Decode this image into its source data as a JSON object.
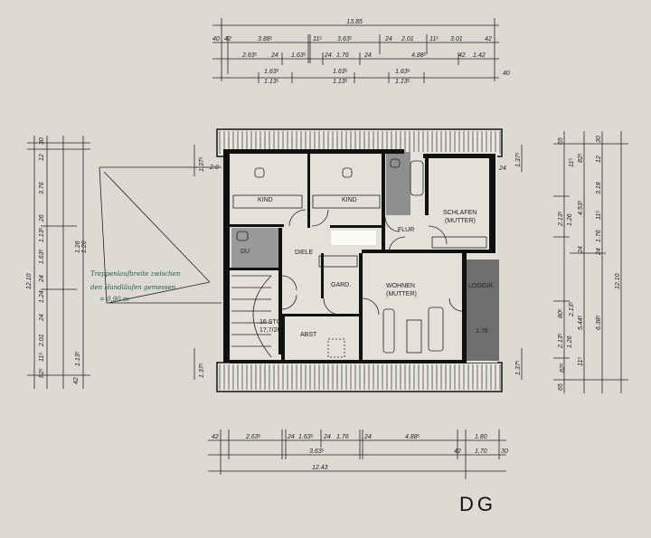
{
  "plan_title": "DG",
  "colors": {
    "paper": "#dcdad3",
    "wall": "#111111",
    "wet_room": "#8f8f8f",
    "loggia": "#6e6e6e",
    "note_ink": "#1f5a4a"
  },
  "rooms": {
    "kind1": "KIND",
    "kind2": "KIND",
    "schlafen": "SCHLAFEN",
    "schlafen_sub": "(MUTTER)",
    "flur": "FLUR",
    "du": "DU",
    "diele": "DIELE",
    "gard": "GARD.",
    "wohnen": "WOHNEN",
    "wohnen_sub": "(MUTTER)",
    "loggia": "LOGGIA",
    "abst": "ABST",
    "loggia_dim": "1.76",
    "stair": "16 STG",
    "stair_ratio": "17,7/26"
  },
  "note": {
    "line1": "Treppenlaufbreite zwischen",
    "line2": "den Handläufen gemessen",
    "line3": "= 0,90 m"
  },
  "dims_top": {
    "total": "13.85",
    "r1": [
      "40",
      "42",
      "3.88⁵",
      "11⁵",
      "3.63⁵",
      "24",
      "2.01",
      "11⁵",
      "3.01",
      "42"
    ],
    "r2": [
      "2.63⁵",
      "24",
      "1.63⁵",
      "24",
      "1.76",
      "24",
      "4.88⁵",
      "42",
      "1.42"
    ],
    "r3": [
      "1.63⁵",
      "1.63⁵",
      "1.63⁵",
      "40"
    ],
    "r4": [
      "1.13⁵",
      "1.13⁵",
      "1.13⁵"
    ]
  },
  "dims_bottom": {
    "r1": [
      "42",
      "2.63⁵",
      "24",
      "1.63⁵",
      "24",
      "1.76",
      "24",
      "4.88⁵",
      "1.80"
    ],
    "r2": [
      "3.63⁵",
      "42",
      "1.70",
      "30"
    ],
    "total": "12.43"
  },
  "dims_left": [
    "30",
    "12",
    "3.76",
    "26",
    "1.13⁵",
    "1.63⁵",
    "24",
    "1.24",
    "24",
    "2.01",
    "11⁵",
    "82⁵",
    "42",
    "12.10",
    "1.26",
    "1.26",
    "1.13⁵",
    "1.37⁵",
    "2.0",
    "1.37⁵"
  ],
  "dims_right": [
    "65",
    "30",
    "82⁵",
    "11⁵",
    "12",
    "3.18",
    "2.13⁵",
    "1.26",
    "4.53⁵",
    "11⁵",
    "24",
    "1.76",
    "24",
    "12.10",
    "80⁵",
    "2.13⁵",
    "5.44⁵",
    "6.38⁵",
    "2.13⁵",
    "1.26",
    "11⁵",
    "82⁵",
    "65",
    "1.37⁵",
    "24",
    "1.37⁵"
  ]
}
